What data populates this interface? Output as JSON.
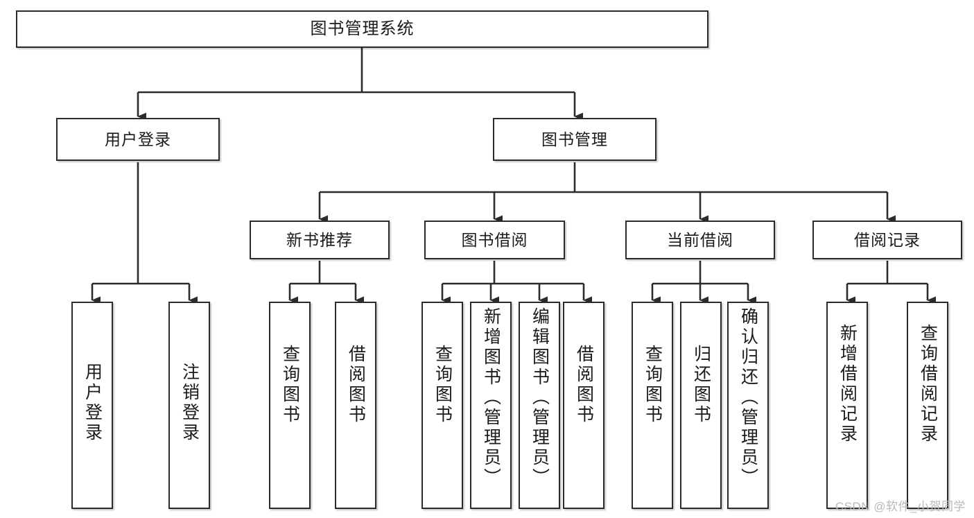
{
  "diagram": {
    "title": "图书管理系统",
    "watermark": "CSDN @软件_小贺同学",
    "type": "tree-hierarchy",
    "background_color": "#ffffff",
    "box_border_color": "#2b2b2b",
    "text_color": "#1a1a1a",
    "root": {
      "label": "图书管理系统"
    },
    "tier2": [
      {
        "label": "用户登录"
      },
      {
        "label": "图书管理"
      }
    ],
    "tier3": [
      {
        "label": "新书推荐"
      },
      {
        "label": "图书借阅"
      },
      {
        "label": "当前借阅"
      },
      {
        "label": "借阅记录"
      }
    ],
    "leaves": {
      "user_login": [
        {
          "label": "用户登录"
        },
        {
          "label": "注销登录"
        }
      ],
      "new_book_recommend": [
        {
          "label": "查询图书"
        },
        {
          "label": "借阅图书"
        }
      ],
      "book_borrow": [
        {
          "label": "查询图书"
        },
        {
          "label": "新增图书（管理员）"
        },
        {
          "label": "编辑图书（管理员）"
        },
        {
          "label": "借阅图书"
        }
      ],
      "current_borrow": [
        {
          "label": "查询图书"
        },
        {
          "label": "归还图书"
        },
        {
          "label": "确认归还（管理员）"
        }
      ],
      "borrow_record": [
        {
          "label": "新增借阅记录"
        },
        {
          "label": "查询借阅记录"
        }
      ]
    }
  }
}
